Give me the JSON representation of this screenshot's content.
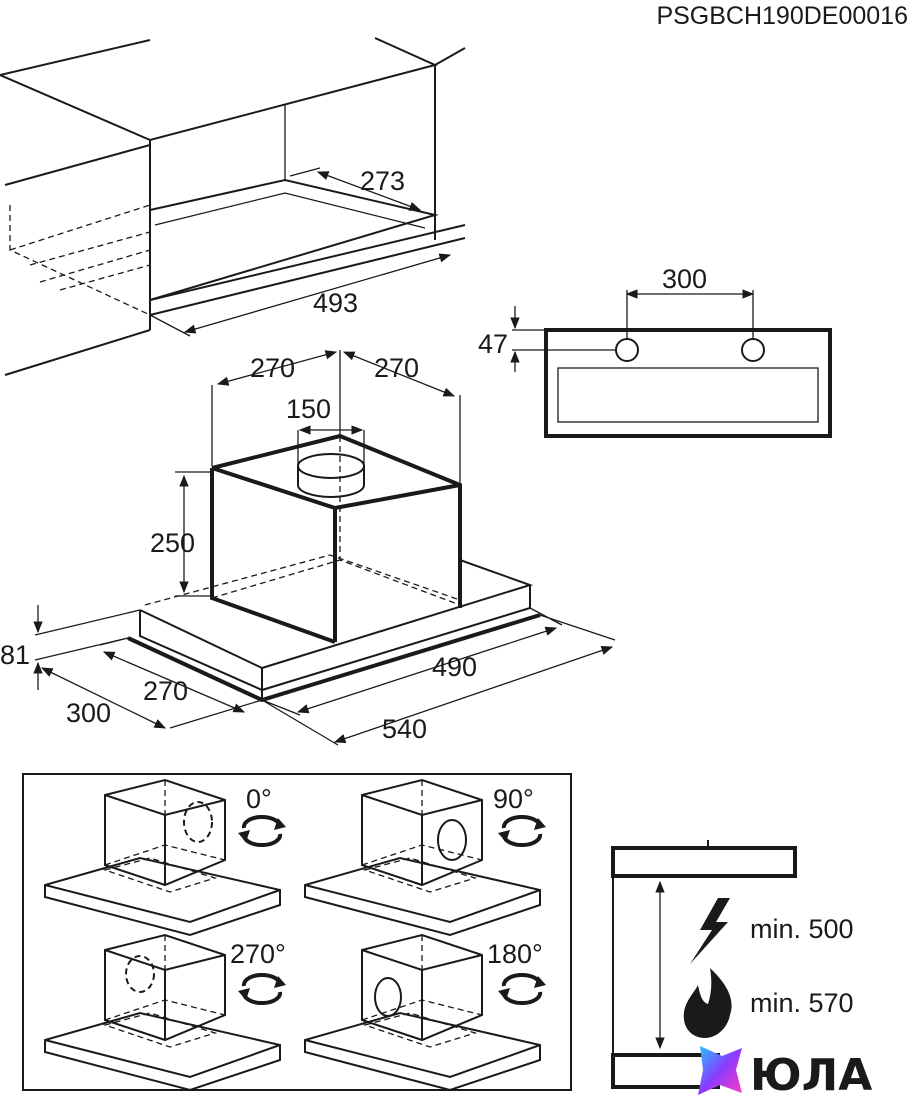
{
  "document_code": "PSGBCH190DE00016",
  "cabinet_view": {
    "dims": [
      "273",
      "493"
    ]
  },
  "front_view": {
    "dims": [
      "300",
      "47"
    ]
  },
  "hood_view": {
    "dims": [
      "270",
      "270",
      "150",
      "250",
      "81",
      "490",
      "270",
      "300",
      "540"
    ]
  },
  "rotation_panel": {
    "angles": [
      "0°",
      "90°",
      "270°",
      "180°"
    ]
  },
  "clearance": {
    "electric_label": "min. 500",
    "gas_label": "min. 570"
  },
  "watermark": {
    "text": "ЮЛА",
    "gradient_colors": [
      "#1ec8ff",
      "#8a3cff",
      "#ff3cbe"
    ]
  }
}
